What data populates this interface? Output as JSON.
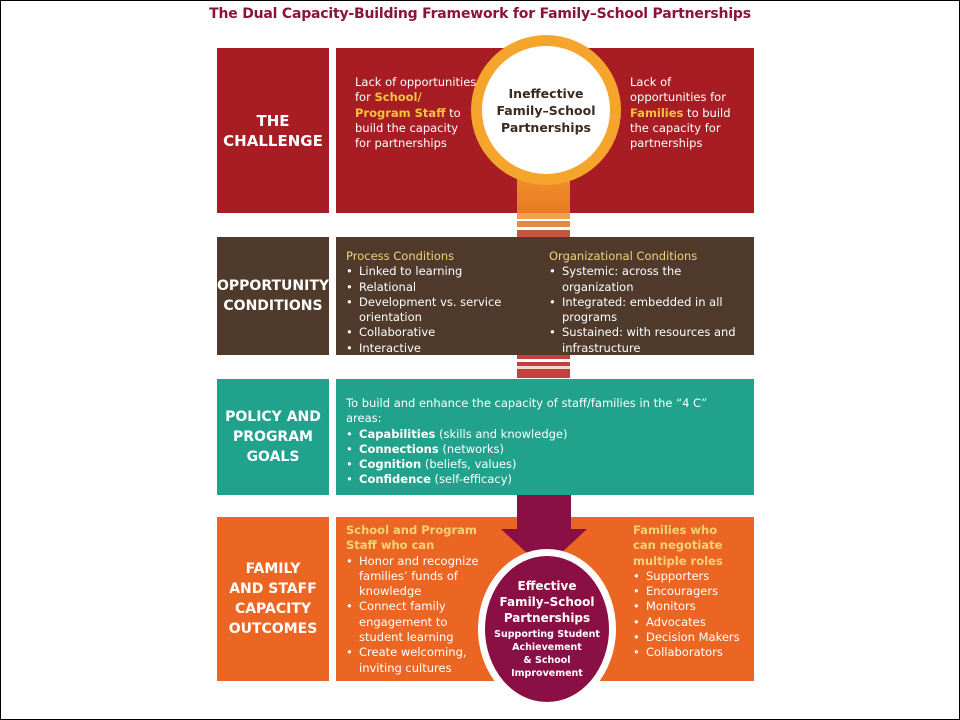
{
  "title": "The Dual Capacity-Building Framework for Family–School Partnerships",
  "challenge": {
    "label_lines": [
      "THE",
      "CHALLENGE"
    ],
    "left_lines": [
      {
        "plain": "Lack of opportunities",
        "bold": ""
      },
      {
        "plain": "for ",
        "bold": "School/"
      },
      {
        "plain": "",
        "bold": "Program Staff",
        "after": " to"
      },
      {
        "plain": "build the capacity",
        "bold": ""
      },
      {
        "plain": "for partnerships",
        "bold": ""
      }
    ],
    "circle_lines": [
      "Ineffective",
      "Family–School",
      "Partnerships"
    ],
    "right_lines": [
      {
        "plain": "Lack of",
        "bold": ""
      },
      {
        "plain": "opportunities for",
        "bold": ""
      },
      {
        "plain": "",
        "bold": "Families",
        "after": " to build"
      },
      {
        "plain": "the capacity for",
        "bold": ""
      },
      {
        "plain": "partnerships",
        "bold": ""
      }
    ]
  },
  "opportunity": {
    "label_lines": [
      "OPPORTUNITY",
      "CONDITIONS"
    ],
    "process_heading": "Process Conditions",
    "process_items": [
      "Linked to learning",
      "Relational",
      "Development vs. service orientation",
      "Collaborative",
      "Interactive"
    ],
    "org_heading": "Organizational Conditions",
    "org_items": [
      "Systemic: across the organization",
      "Integrated: embedded in all programs",
      "Sustained: with resources and infrastructure"
    ]
  },
  "policy": {
    "label_lines": [
      "POLICY AND",
      "PROGRAM",
      "GOALS"
    ],
    "intro": "To build and enhance the capacity of staff/families in the “4 C” areas:",
    "items": [
      {
        "term": "Capabilities",
        "desc": " (skills and knowledge)"
      },
      {
        "term": "Connections",
        "desc": " (networks)"
      },
      {
        "term": "Cognition",
        "desc": " (beliefs, values)"
      },
      {
        "term": "Confidence",
        "desc": " (self-efficacy)"
      }
    ]
  },
  "outcomes": {
    "label_lines": [
      "FAMILY",
      "AND STAFF",
      "CAPACITY",
      "OUTCOMES"
    ],
    "staff_heading_lines": [
      "School and Program",
      "Staff who can"
    ],
    "staff_items": [
      "Honor and recognize families’ funds of knowledge",
      "Connect family engagement to student learning",
      "Create welcoming, inviting cultures"
    ],
    "families_heading_lines": [
      "Families who",
      "can negotiate",
      "multiple roles"
    ],
    "families_items": [
      "Supporters",
      "Encouragers",
      "Monitors",
      "Advocates",
      "Decision Makers",
      "Collaborators"
    ],
    "circle_title_lines": [
      "Effective",
      "Family–School",
      "Partnerships"
    ],
    "circle_sub_lines": [
      "Supporting Student",
      "Achievement",
      "& School",
      "Improvement"
    ]
  },
  "colors": {
    "challenge": "#a71d23",
    "opportunity": "#4f3a2c",
    "policy": "#21a28d",
    "outcomes": "#eb6623",
    "maroon": "#8a0f45",
    "ring": "#f5a52c"
  }
}
